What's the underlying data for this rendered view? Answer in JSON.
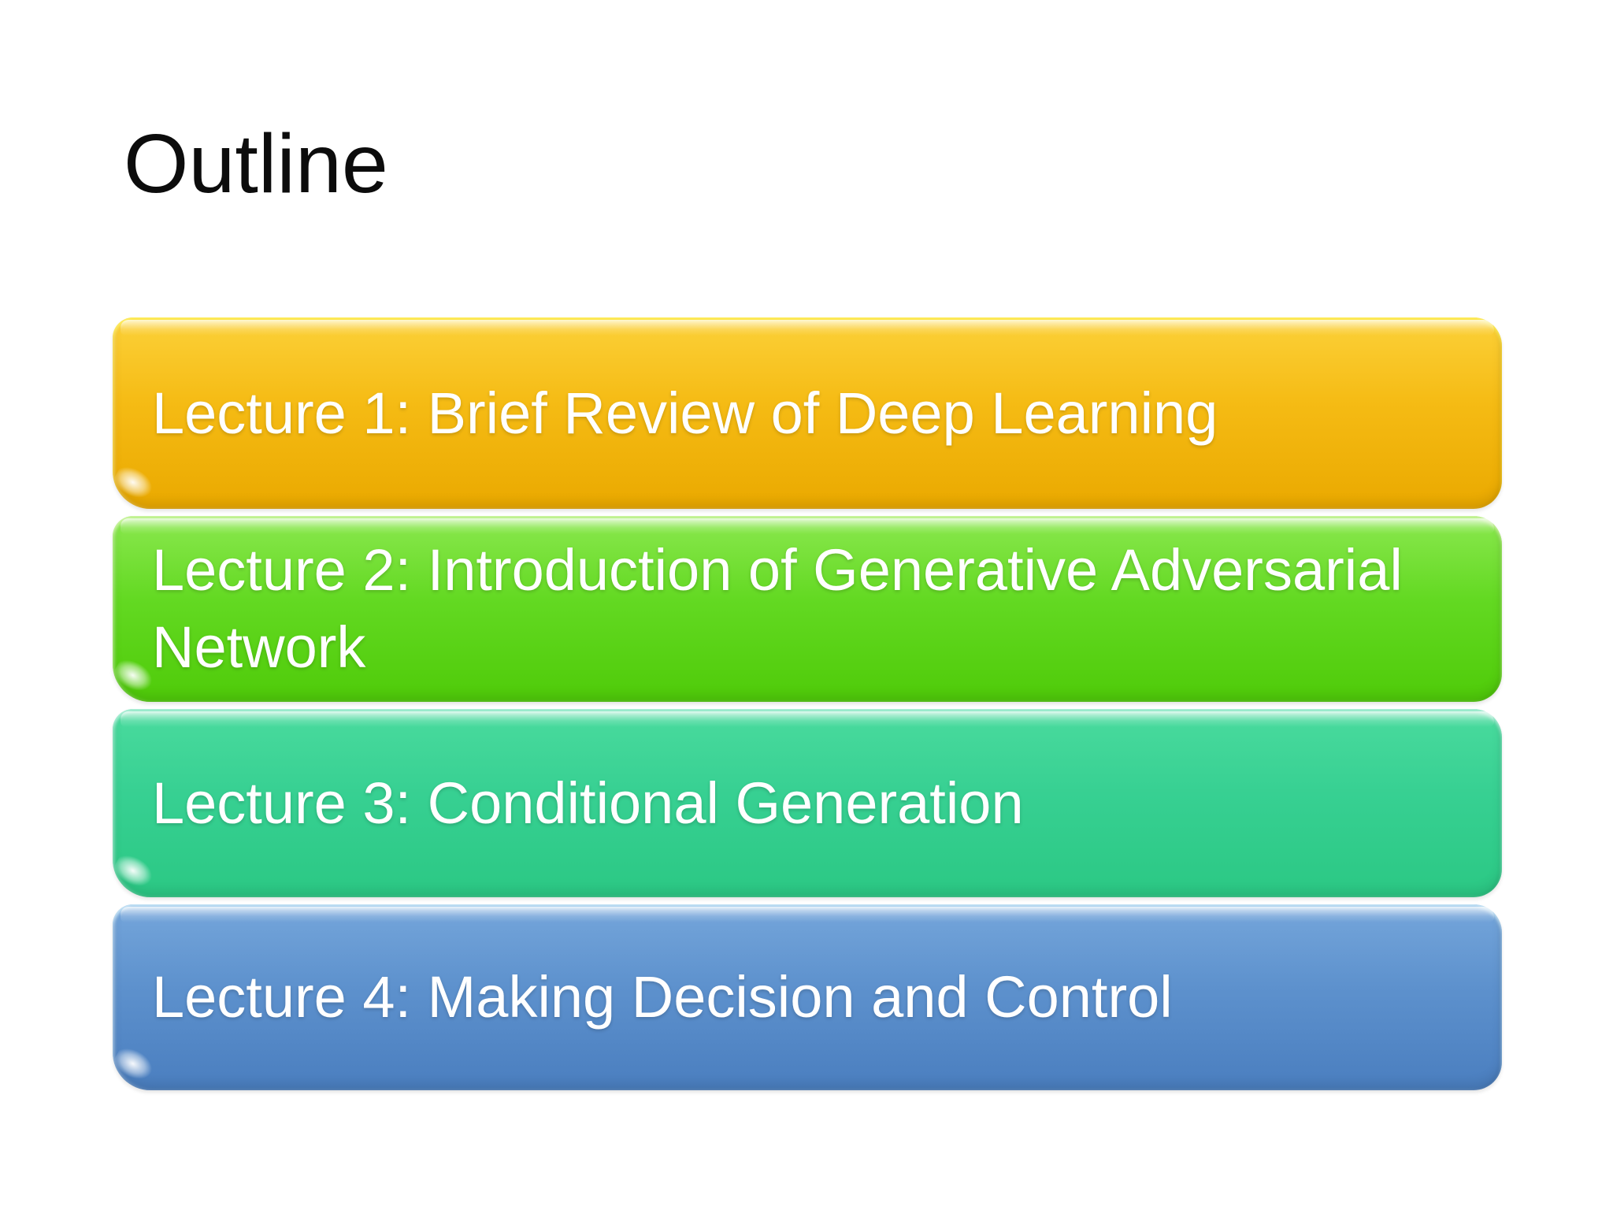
{
  "slide": {
    "title": "Outline",
    "items": [
      {
        "id": "lecture-1",
        "label": "Lecture 1: Brief Review of Deep Learning",
        "color_top": "#FCD139",
        "color_mid": "#F5BB14",
        "color_bottom": "#EAA900",
        "highlight": "#FFF45E"
      },
      {
        "id": "lecture-2",
        "label": "Lecture 2: Introduction of Generative Adversarial Network",
        "color_top": "#8BE84F",
        "color_mid": "#63D922",
        "color_bottom": "#4FCB09",
        "highlight": "#D9F9B0"
      },
      {
        "id": "lecture-3",
        "label": "Lecture 3: Conditional Generation",
        "color_top": "#4ADB9E",
        "color_mid": "#37D092",
        "color_bottom": "#2BC884",
        "highlight": "#C2F4E3"
      },
      {
        "id": "lecture-4",
        "label": "Lecture 4: Making Decision and Control",
        "color_top": "#75A6DB",
        "color_mid": "#5D91CD",
        "color_bottom": "#4A7EBF",
        "highlight": "#D6F1FD"
      }
    ]
  }
}
